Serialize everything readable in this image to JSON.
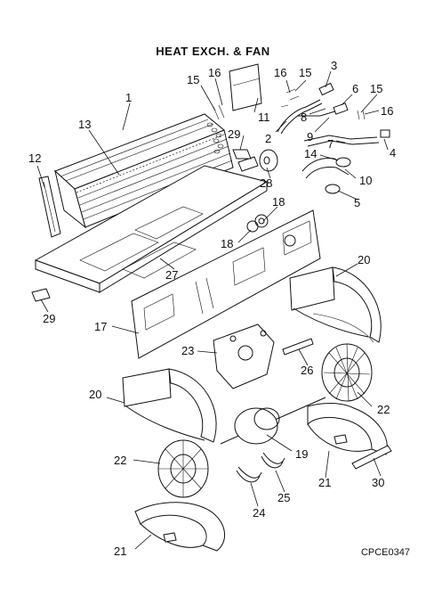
{
  "diagram": {
    "title": "HEAT EXCH. & FAN",
    "drawing_code": "CPCE0347",
    "callouts": [
      {
        "id": "c1",
        "label": "1"
      },
      {
        "id": "c2",
        "label": "2"
      },
      {
        "id": "c3",
        "label": "3"
      },
      {
        "id": "c4",
        "label": "4"
      },
      {
        "id": "c5",
        "label": "5"
      },
      {
        "id": "c6",
        "label": "6"
      },
      {
        "id": "c7",
        "label": "7"
      },
      {
        "id": "c8",
        "label": "8"
      },
      {
        "id": "c9",
        "label": "9"
      },
      {
        "id": "c10",
        "label": "10"
      },
      {
        "id": "c11",
        "label": "11"
      },
      {
        "id": "c12",
        "label": "12"
      },
      {
        "id": "c13",
        "label": "13"
      },
      {
        "id": "c14",
        "label": "14"
      },
      {
        "id": "c15a",
        "label": "15"
      },
      {
        "id": "c15b",
        "label": "15"
      },
      {
        "id": "c15c",
        "label": "15"
      },
      {
        "id": "c16a",
        "label": "16"
      },
      {
        "id": "c16b",
        "label": "16"
      },
      {
        "id": "c16c",
        "label": "16"
      },
      {
        "id": "c17",
        "label": "17"
      },
      {
        "id": "c18a",
        "label": "18"
      },
      {
        "id": "c18b",
        "label": "18"
      },
      {
        "id": "c19",
        "label": "19"
      },
      {
        "id": "c20a",
        "label": "20"
      },
      {
        "id": "c20b",
        "label": "20"
      },
      {
        "id": "c21a",
        "label": "21"
      },
      {
        "id": "c21b",
        "label": "21"
      },
      {
        "id": "c22a",
        "label": "22"
      },
      {
        "id": "c22b",
        "label": "22"
      },
      {
        "id": "c23",
        "label": "23"
      },
      {
        "id": "c24",
        "label": "24"
      },
      {
        "id": "c25",
        "label": "25"
      },
      {
        "id": "c26",
        "label": "26"
      },
      {
        "id": "c27",
        "label": "27"
      },
      {
        "id": "c28",
        "label": "28"
      },
      {
        "id": "c29a",
        "label": "29"
      },
      {
        "id": "c29b",
        "label": "29"
      },
      {
        "id": "c30",
        "label": "30"
      }
    ]
  }
}
